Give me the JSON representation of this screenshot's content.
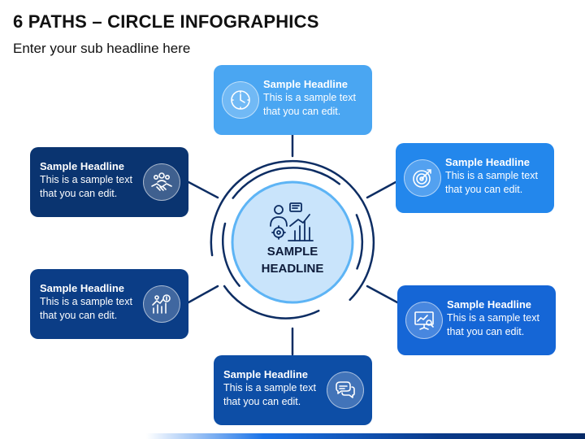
{
  "title": "6 PATHS – CIRCLE INFOGRAPHICS",
  "subtitle": "Enter your sub headline here",
  "center": {
    "line1": "SAMPLE",
    "line2": "HEADLINE",
    "icon": "presenter-chart-icon"
  },
  "cards": [
    {
      "id": "top",
      "headline": "Sample Headline",
      "text": "This is a sample text that you can edit.",
      "icon": "clock-icon",
      "color": "#4aa6f2"
    },
    {
      "id": "upper-right",
      "headline": "Sample Headline",
      "text": "This is a sample text that you can edit.",
      "icon": "target-icon",
      "color": "#2387ec"
    },
    {
      "id": "lower-right",
      "headline": "Sample Headline",
      "text": "This is a sample text that you can edit.",
      "icon": "presentation-board-icon",
      "color": "#1566d6"
    },
    {
      "id": "bottom",
      "headline": "Sample Headline",
      "text": "This is a sample text that you can edit.",
      "icon": "chat-bubbles-icon",
      "color": "#0d4ea6"
    },
    {
      "id": "lower-left",
      "headline": "Sample Headline",
      "text": "This is a sample text that you can edit.",
      "icon": "growth-money-icon",
      "color": "#0b3d86"
    },
    {
      "id": "upper-left",
      "headline": "Sample Headline",
      "text": "This is a sample text that you can edit.",
      "icon": "handshake-team-icon",
      "color": "#0a3470"
    }
  ],
  "colors": {
    "ring": "#0d2d63",
    "center_fill": "#c9e4fb",
    "center_stroke": "#5db4f5"
  }
}
